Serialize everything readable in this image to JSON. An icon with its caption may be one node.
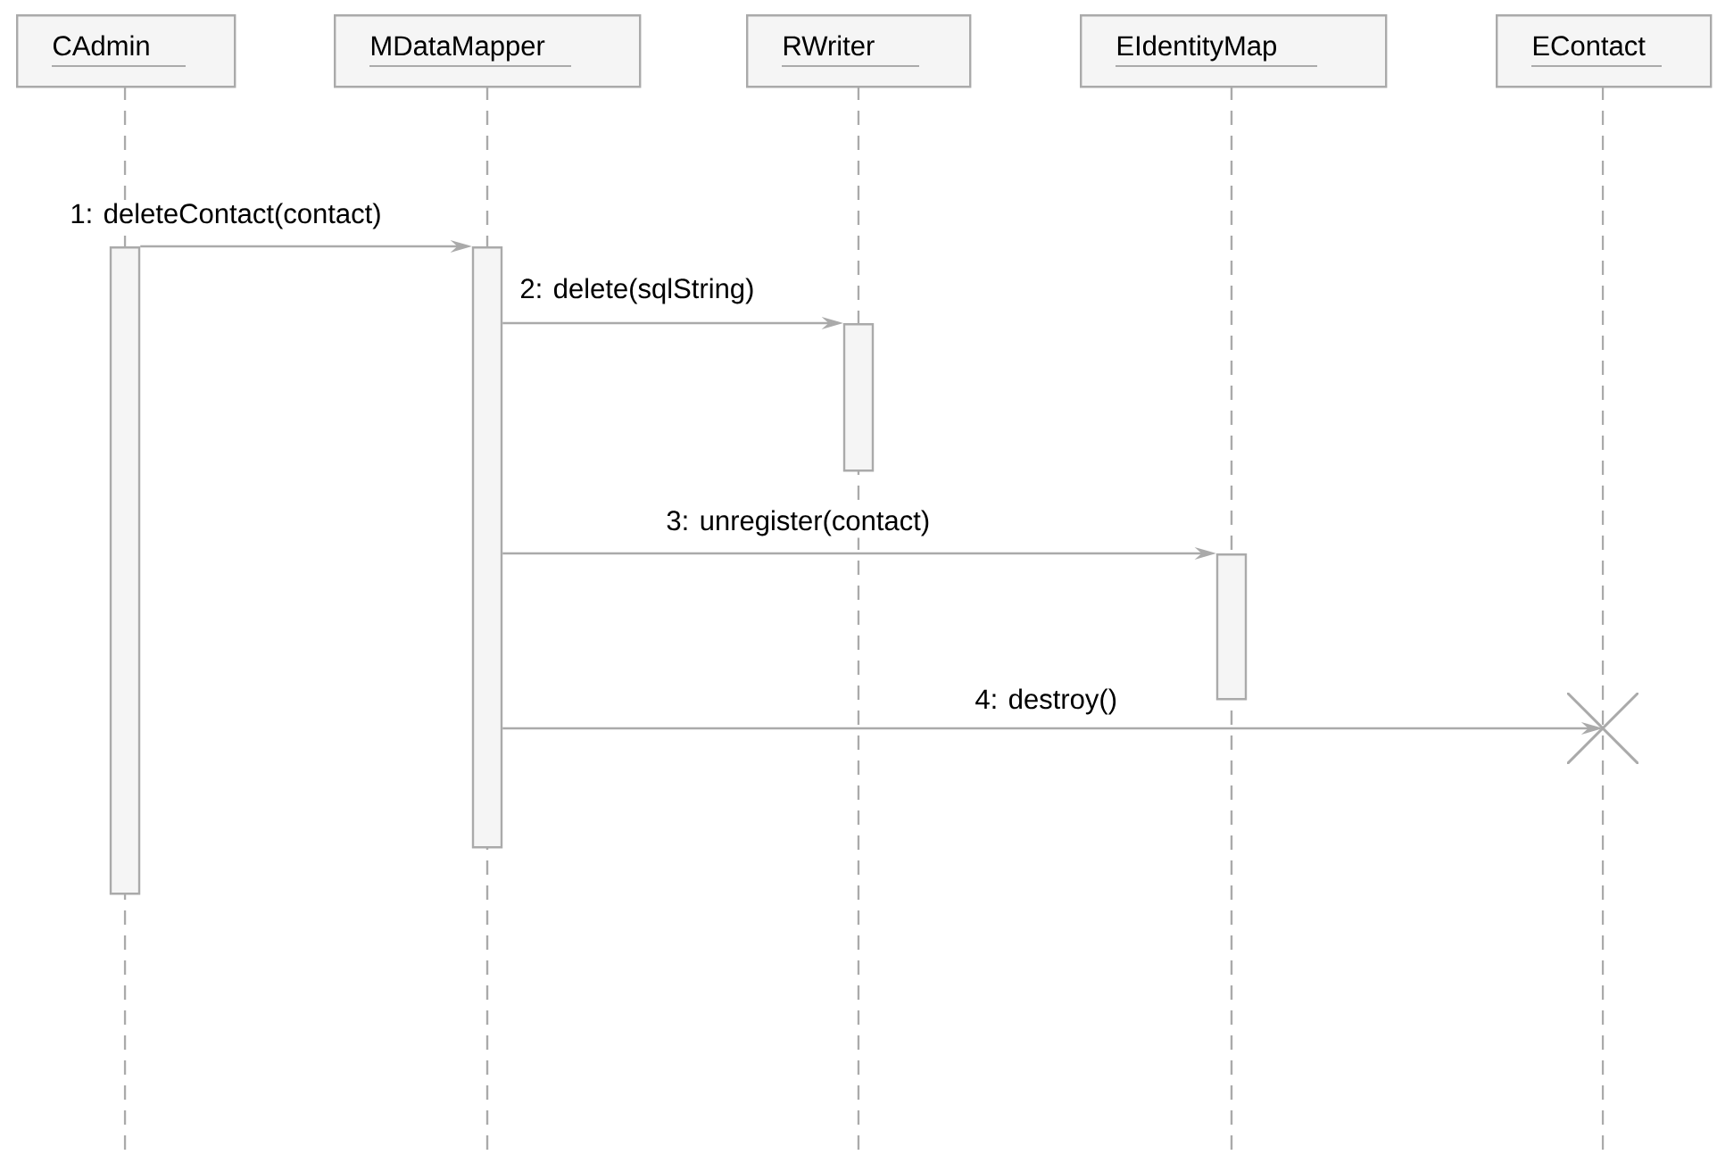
{
  "diagram": {
    "nodes": [
      {
        "text": [
          "CAdmin"
        ]
      },
      {
        "text": [
          "MDataMapper"
        ]
      },
      {
        "text": [
          "RWriter"
        ]
      },
      {
        "text": [
          "EIdentityMap"
        ]
      },
      {
        "text": [
          "EContact"
        ]
      },
      {
        "text": [],
        "shape": "bar"
      },
      {
        "text": [],
        "shape": "bar"
      },
      {
        "text": [],
        "shape": "bar"
      },
      {
        "text": [],
        "shape": "bar"
      },
      {
        "text": [],
        "shape": "cross"
      }
    ],
    "edges": [
      {
        "from": 5,
        "to": 6,
        "arrow": "to",
        "label": "1: deleteContact(contact)"
      },
      {
        "from": 6,
        "to": 7,
        "arrow": "to",
        "label": "2: delete(sqlString)"
      },
      {
        "from": 6,
        "to": 8,
        "arrow": "to",
        "label": "3: unregister(contact)"
      },
      {
        "from": 6,
        "to": 9,
        "arrow": "to",
        "label": "4: destroy()"
      }
    ]
  }
}
